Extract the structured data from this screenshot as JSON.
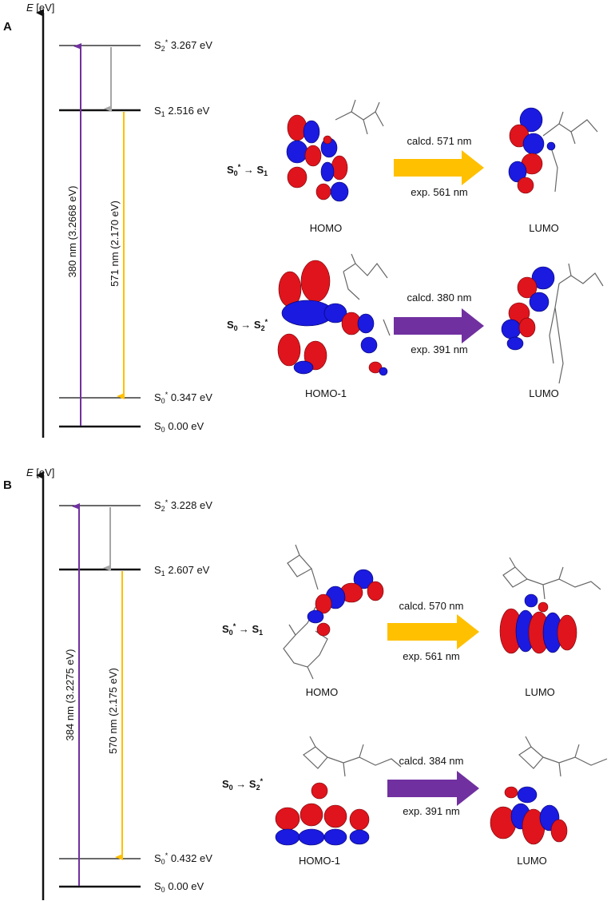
{
  "panels": [
    {
      "letter": "A",
      "axis_label": "E",
      "axis_unit": "[eV]",
      "levels": [
        {
          "name": "S",
          "sub": "2",
          "sup": "*",
          "value": "3.267 eV"
        },
        {
          "name": "S",
          "sub": "1",
          "sup": "",
          "value": "2.516 eV"
        },
        {
          "name": "S",
          "sub": "0",
          "sup": "*",
          "value": "0.347 eV"
        },
        {
          "name": "S",
          "sub": "0",
          "sup": "",
          "value": "0.00 eV"
        }
      ],
      "arrows": [
        {
          "label": "380 nm (3.2668 eV)",
          "color": "#7030a0"
        },
        {
          "label": "571 nm (2.170 eV)",
          "color": "#ffc000"
        },
        {
          "color": "#a6a6a6"
        }
      ],
      "transitions": [
        {
          "from": "S",
          "from_sub": "0",
          "from_sup": "*",
          "to": "S",
          "to_sub": "1",
          "to_sup": "",
          "calcd": "calcd. 571 nm",
          "exp": "exp. 561 nm",
          "color": "#ffc000",
          "orbital_from": "HOMO",
          "orbital_to": "LUMO"
        },
        {
          "from": "S",
          "from_sub": "0",
          "from_sup": "",
          "to": "S",
          "to_sub": "2",
          "to_sup": "*",
          "calcd": "calcd. 380 nm",
          "exp": "exp. 391 nm",
          "color": "#7030a0",
          "orbital_from": "HOMO-1",
          "orbital_to": "LUMO"
        }
      ]
    },
    {
      "letter": "B",
      "axis_label": "E",
      "axis_unit": "[eV]",
      "levels": [
        {
          "name": "S",
          "sub": "2",
          "sup": "*",
          "value": "3.228 eV"
        },
        {
          "name": "S",
          "sub": "1",
          "sup": "",
          "value": "2.607 eV"
        },
        {
          "name": "S",
          "sub": "0",
          "sup": "*",
          "value": "0.432 eV"
        },
        {
          "name": "S",
          "sub": "0",
          "sup": "",
          "value": "0.00 eV"
        }
      ],
      "arrows": [
        {
          "label": "384 nm (3.2275 eV)",
          "color": "#7030a0"
        },
        {
          "label": "570 nm (2.175 eV)",
          "color": "#ffc000"
        },
        {
          "color": "#a6a6a6"
        }
      ],
      "transitions": [
        {
          "from": "S",
          "from_sub": "0",
          "from_sup": "*",
          "to": "S",
          "to_sub": "1",
          "to_sup": "",
          "calcd": "calcd. 570 nm",
          "exp": "exp. 561 nm",
          "color": "#ffc000",
          "orbital_from": "HOMO",
          "orbital_to": "LUMO"
        },
        {
          "from": "S",
          "from_sub": "0",
          "from_sup": "",
          "to": "S",
          "to_sub": "2",
          "to_sup": "*",
          "calcd": "calcd. 384 nm",
          "exp": "exp. 391 nm",
          "color": "#7030a0",
          "orbital_from": "HOMO-1",
          "orbital_to": "LUMO"
        }
      ]
    }
  ],
  "colors": {
    "purple": "#7030a0",
    "yellow": "#ffc000",
    "gray": "#a6a6a6",
    "orbital_red": "#e0141c",
    "orbital_blue": "#1a1ae0"
  }
}
